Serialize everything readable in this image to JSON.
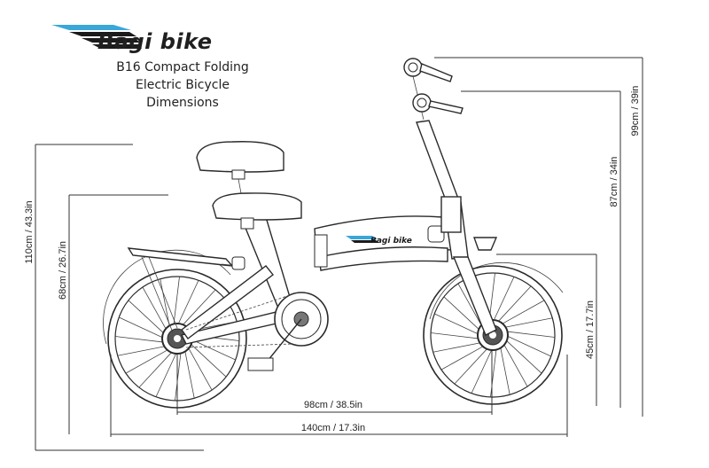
{
  "brand": {
    "name": "Bagi bike",
    "swoosh_colors": [
      "#3aa7d9",
      "#1a1a1a"
    ]
  },
  "title": {
    "line1": "B16 Compact Folding",
    "line2": "Electric Bicycle",
    "line3": "Dimensions"
  },
  "frame_decal": "Bagi bike",
  "dimensions": {
    "total_height_folded_bars": "110cm / 43.3in",
    "saddle_height": "68cm / 26.7in",
    "handlebar_height_max": "99cm / 39in",
    "handlebar_height_min": "87cm / 34in",
    "wheel_height": "45cm / 17.7in",
    "wheelbase": "98cm / 38.5in",
    "total_length": "140cm / 17.3in"
  },
  "colors": {
    "line": "#2a2a2a",
    "accent": "#3aa7d9"
  }
}
